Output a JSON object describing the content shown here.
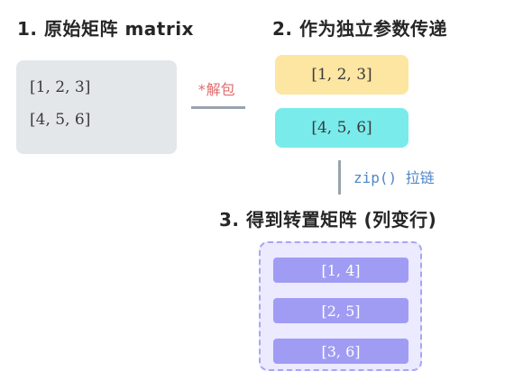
{
  "sections": {
    "original": {
      "title": "1. 原始矩阵 matrix",
      "rows": [
        "[1, 2, 3]",
        "[4, 5, 6]"
      ]
    },
    "arguments": {
      "title": "2. 作为独立参数传递",
      "items": [
        "[1, 2, 3]",
        "[4, 5, 6]"
      ]
    },
    "result": {
      "title": "3. 得到转置矩阵 (列变行)",
      "items": [
        "[1, 4]",
        "[2, 5]",
        "[3, 6]"
      ]
    }
  },
  "connectors": {
    "unpack": "*解包",
    "zip": "zip() 拉链"
  },
  "colors": {
    "matrix_bg": "#e4e7ea",
    "arg1_bg": "#fde5a2",
    "arg2_bg": "#7aebeb",
    "result_bg": "#ebeaff",
    "result_item_bg": "#a09cf3",
    "unpack_text": "#e06c6c",
    "zip_text": "#4f86c6"
  }
}
